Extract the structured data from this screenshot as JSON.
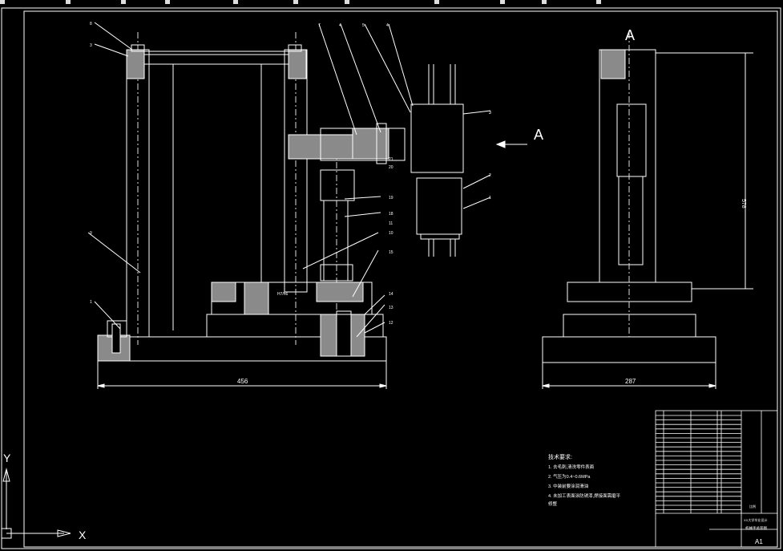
{
  "titlebar": {
    "window_icons": [
      "window-icon-1",
      "window-icon-2",
      "window-icon-3",
      "window-icon-4",
      "window-icon-5",
      "window-icon-6",
      "window-icon-7",
      "window-icon-8",
      "window-icon-9",
      "window-icon-10",
      "window-icon-11"
    ]
  },
  "drawing": {
    "view_label": "A",
    "arrow_label": "A",
    "dim_front_width": "456",
    "dim_side_width": "287",
    "dim_side_height": "578",
    "fit_note": "H7/h6",
    "part_callouts_top": [
      "8",
      "3",
      "7",
      "4",
      "5",
      "4",
      "3"
    ],
    "part_callouts_right": [
      "21",
      "20",
      "19",
      "18",
      "11",
      "10",
      "15",
      "14",
      "13",
      "12"
    ],
    "part_callouts_left": [
      "9",
      "1"
    ],
    "gripper_callouts": [
      "3",
      "2",
      "1"
    ]
  },
  "tech_notes": {
    "title": "技术要求:",
    "lines": [
      "1. 去毛刺,清洗零件表面",
      "2. 气压为0.4~0.6MPa",
      "3. 中装前要涂润滑油",
      "4. 未加工表面涂防锈漆,焊接面需磨平",
      "修整"
    ]
  },
  "title_block": {
    "sheet_size": "A1",
    "scale_label": "比例",
    "drawing_title": "机械手总装图",
    "school": "XX大学毕业设计"
  },
  "ucs": {
    "x_label": "X",
    "y_label": "Y"
  }
}
